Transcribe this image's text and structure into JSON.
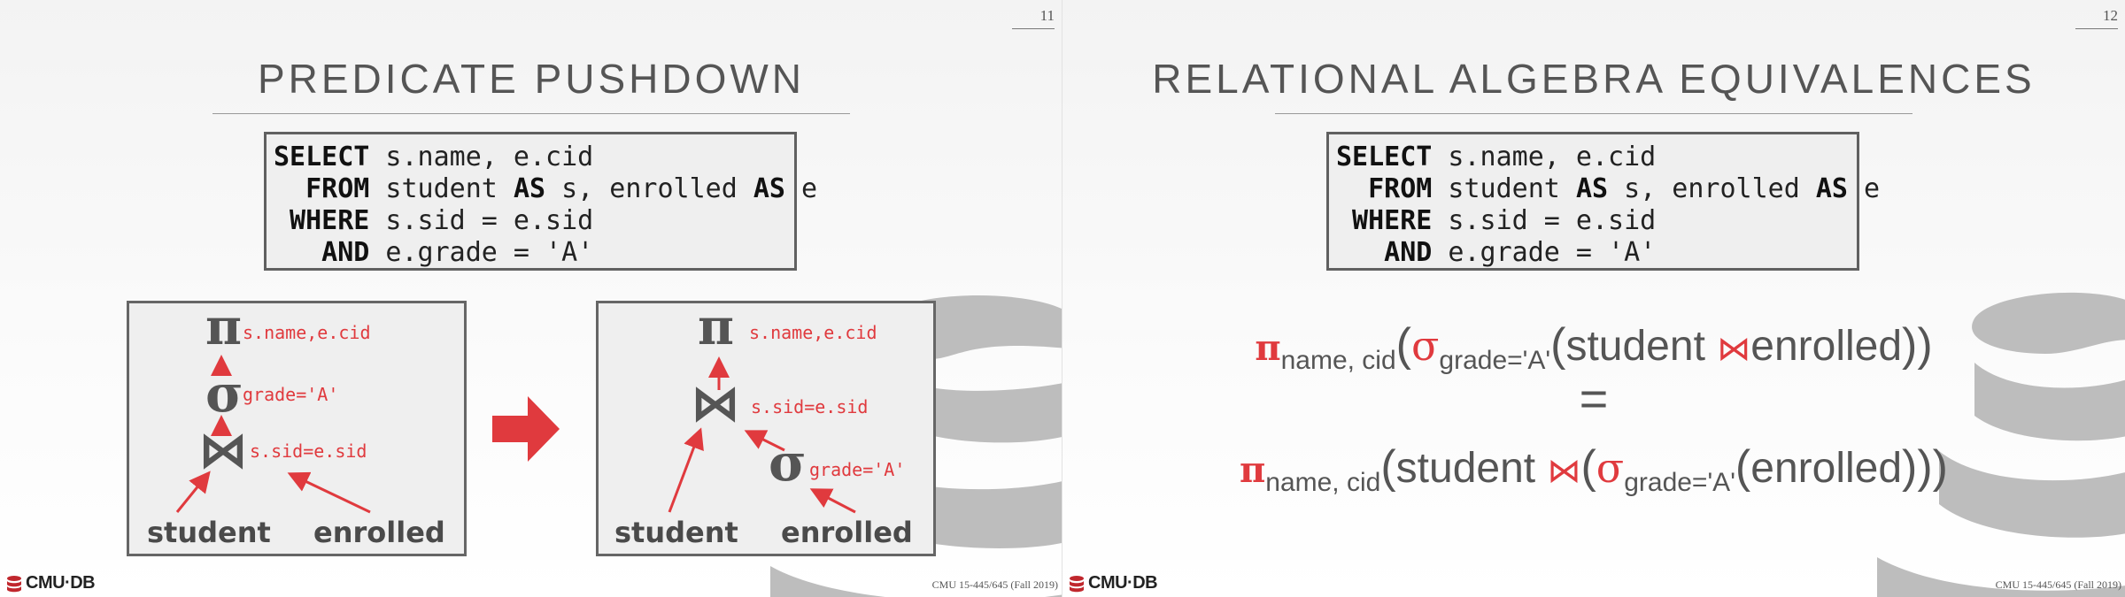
{
  "left_slide": {
    "page_number": "11",
    "title": "PREDICATE PUSHDOWN",
    "sql": {
      "line1_kw": "SELECT",
      "line1_rest": " s.name, e.cid",
      "line2_kw": "  FROM",
      "line2_a": " student ",
      "line2_as1": "AS",
      "line2_b": " s, enrolled ",
      "line2_as2": "AS",
      "line2_c": " e",
      "line3_kw": " WHERE",
      "line3_rest": " s.sid = e.sid",
      "line4_kw": "   AND",
      "line4_rest": " e.grade = 'A'"
    },
    "tree_before": {
      "projection_symbol": "π",
      "projection_label": "s.name,e.cid",
      "selection_symbol": "σ",
      "selection_label": "grade='A'",
      "join_symbol": "⋈",
      "join_label": "s.sid=e.sid",
      "left_leaf": "student",
      "right_leaf": "enrolled"
    },
    "tree_after": {
      "projection_symbol": "π",
      "projection_label": "s.name,e.cid",
      "join_symbol": "⋈",
      "join_label": "s.sid=e.sid",
      "selection_symbol": "σ",
      "selection_label": "grade='A'",
      "left_leaf": "student",
      "right_leaf": "enrolled"
    },
    "footer_logo": "CMU·DB",
    "footer_course": "CMU 15-445/645 (Fall 2019)"
  },
  "right_slide": {
    "page_number": "12",
    "title": "RELATIONAL ALGEBRA EQUIVALENCES",
    "sql": {
      "line1_kw": "SELECT",
      "line1_rest": " s.name, e.cid",
      "line2_kw": "  FROM",
      "line2_a": " student ",
      "line2_as1": "AS",
      "line2_b": " s, enrolled ",
      "line2_as2": "AS",
      "line2_c": " e",
      "line3_kw": " WHERE",
      "line3_rest": " s.sid = e.sid",
      "line4_kw": "   AND",
      "line4_rest": " e.grade = 'A'"
    },
    "equation_top": {
      "pi": "π",
      "pi_sub": "name, cid",
      "open1": "(",
      "sigma": "σ",
      "sigma_sub": "grade='A'",
      "open2": "(",
      "left_rel": "student ",
      "join": "⋈",
      "right_rel": "enrolled",
      "close": "))"
    },
    "equals": "=",
    "equation_bottom": {
      "pi": "π",
      "pi_sub": "name, cid",
      "open1": "(",
      "left_rel": "student ",
      "join": "⋈",
      "open2": "(",
      "sigma": "σ",
      "sigma_sub": "grade='A'",
      "open3": "(",
      "right_rel": "enrolled",
      "close": ")))"
    },
    "footer_logo": "CMU·DB",
    "footer_course": "CMU 15-445/645 (Fall 2019)"
  },
  "colors": {
    "accent_red": "#e03a3e",
    "text_gray": "#555555",
    "box_border": "#606060"
  },
  "icons": {
    "arrow": "right-arrow-icon",
    "logo": "database-logo-icon",
    "watermark": "database-cylinder-icon"
  }
}
